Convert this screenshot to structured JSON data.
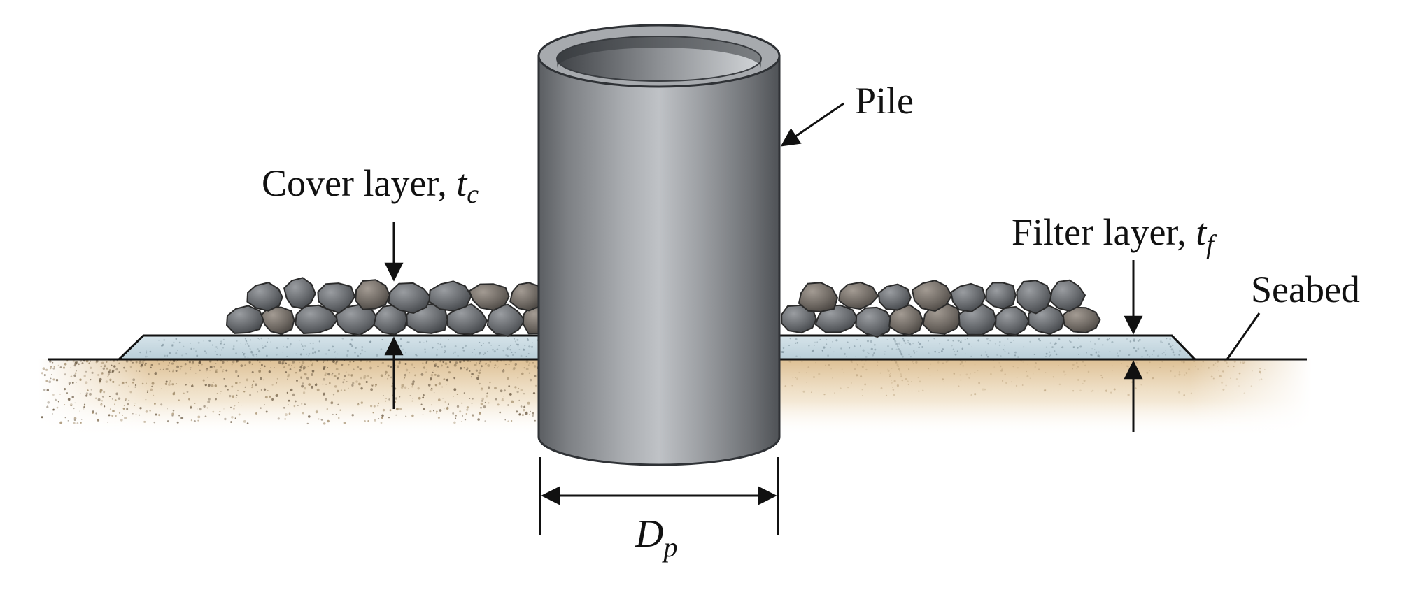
{
  "diagram": {
    "labels": {
      "pile": "Pile",
      "cover_layer": "Cover layer, ",
      "cover_symbol": "t",
      "cover_subscript": "c",
      "filter_layer": "Filter layer, ",
      "filter_symbol": "t",
      "filter_subscript": "f",
      "seabed": "Seabed",
      "diameter_symbol": "D",
      "diameter_subscript": "p"
    },
    "colors": {
      "pile_body": "#8a8d90",
      "pile_highlight": "#c4c7ca",
      "filter_layer": "#c9dbe3",
      "cover_rock": "#6b6e72",
      "seabed_sand": "#e3caa0",
      "annotation": "#111111"
    }
  }
}
